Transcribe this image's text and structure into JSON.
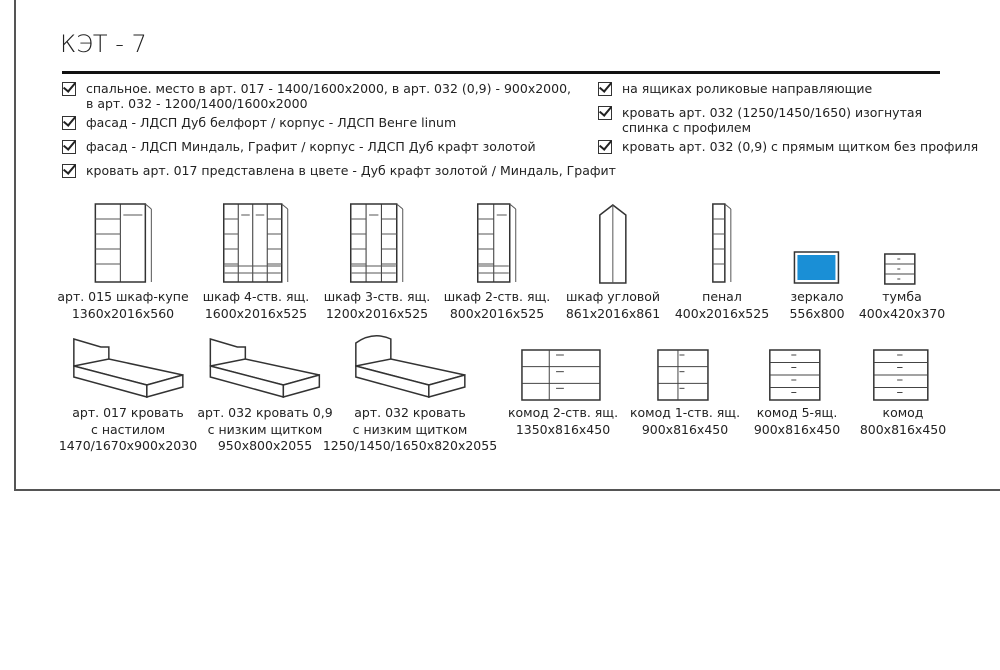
{
  "title": "КЭТ - 7",
  "features_left": [
    {
      "lines": [
        "спальное. место в арт. 017 - 1400/1600х2000, в арт. 032 (0,9) - 900х2000,",
        "в арт. 032 - 1200/1400/1600х2000"
      ]
    },
    {
      "lines": [
        "фасад - ЛДСП Дуб белфорт / корпус - ЛДСП Венге linum"
      ]
    },
    {
      "lines": [
        "фасад - ЛДСП Миндаль, Графит / корпус - ЛДСП Дуб крафт золотой"
      ]
    },
    {
      "lines": [
        "кровать арт. 017 представлена в цвете - Дуб крафт золотой / Миндаль, Графит"
      ]
    }
  ],
  "features_right": [
    {
      "lines": [
        "на ящиках роликовые направляющие"
      ]
    },
    {
      "lines": [
        "кровать арт. 032 (1250/1450/1650) изогнутая",
        "спинка с профилем"
      ]
    },
    {
      "lines": [
        "кровать арт. 032 (0,9) с прямым щитком без профиля"
      ]
    }
  ],
  "row1": [
    {
      "icon": "wardrobe-coupe-icon",
      "lines": [
        "арт. 015 шкаф-купе",
        "1360х2016х560"
      ]
    },
    {
      "icon": "wardrobe-4-door-icon",
      "lines": [
        "шкаф 4-ств. ящ.",
        "1600х2016х525"
      ]
    },
    {
      "icon": "wardrobe-3-door-icon",
      "lines": [
        "шкаф 3-ств. ящ.",
        "1200х2016х525"
      ]
    },
    {
      "icon": "wardrobe-2-door-icon",
      "lines": [
        "шкаф 2-ств. ящ.",
        "800х2016х525"
      ]
    },
    {
      "icon": "corner-wardrobe-icon",
      "lines": [
        "шкаф угловой",
        "861х2016х861"
      ]
    },
    {
      "icon": "pencil-case-icon",
      "lines": [
        "пенал",
        "400х2016х525"
      ]
    },
    {
      "icon": "mirror-icon",
      "lines": [
        "зеркало",
        "556х800"
      ]
    },
    {
      "icon": "nightstand-icon",
      "lines": [
        "тумба",
        "400х420х370"
      ]
    }
  ],
  "row2": [
    {
      "icon": "bed-icon",
      "lines": [
        "арт. 017 кровать",
        "с настилом",
        "1470/1670х900х2030"
      ]
    },
    {
      "icon": "bed-icon",
      "lines": [
        "арт. 032 кровать 0,9",
        "с низким щитком",
        "950х800х2055"
      ]
    },
    {
      "icon": "bed-curved-icon",
      "lines": [
        "арт. 032 кровать",
        "с низким щитком",
        "1250/1450/1650х820х2055"
      ]
    },
    {
      "icon": "dresser-2-door-icon",
      "lines": [
        "комод 2-ств. ящ.",
        "1350х816х450"
      ]
    },
    {
      "icon": "dresser-1-door-icon",
      "lines": [
        "комод 1-ств. ящ.",
        "900х816х450"
      ]
    },
    {
      "icon": "dresser-5-drawer-icon",
      "lines": [
        "комод 5-ящ.",
        "900х816х450"
      ]
    },
    {
      "icon": "dresser-icon",
      "lines": [
        "комод",
        "800х816х450"
      ]
    }
  ],
  "colors": {
    "mirror": "#1a8fd6"
  }
}
